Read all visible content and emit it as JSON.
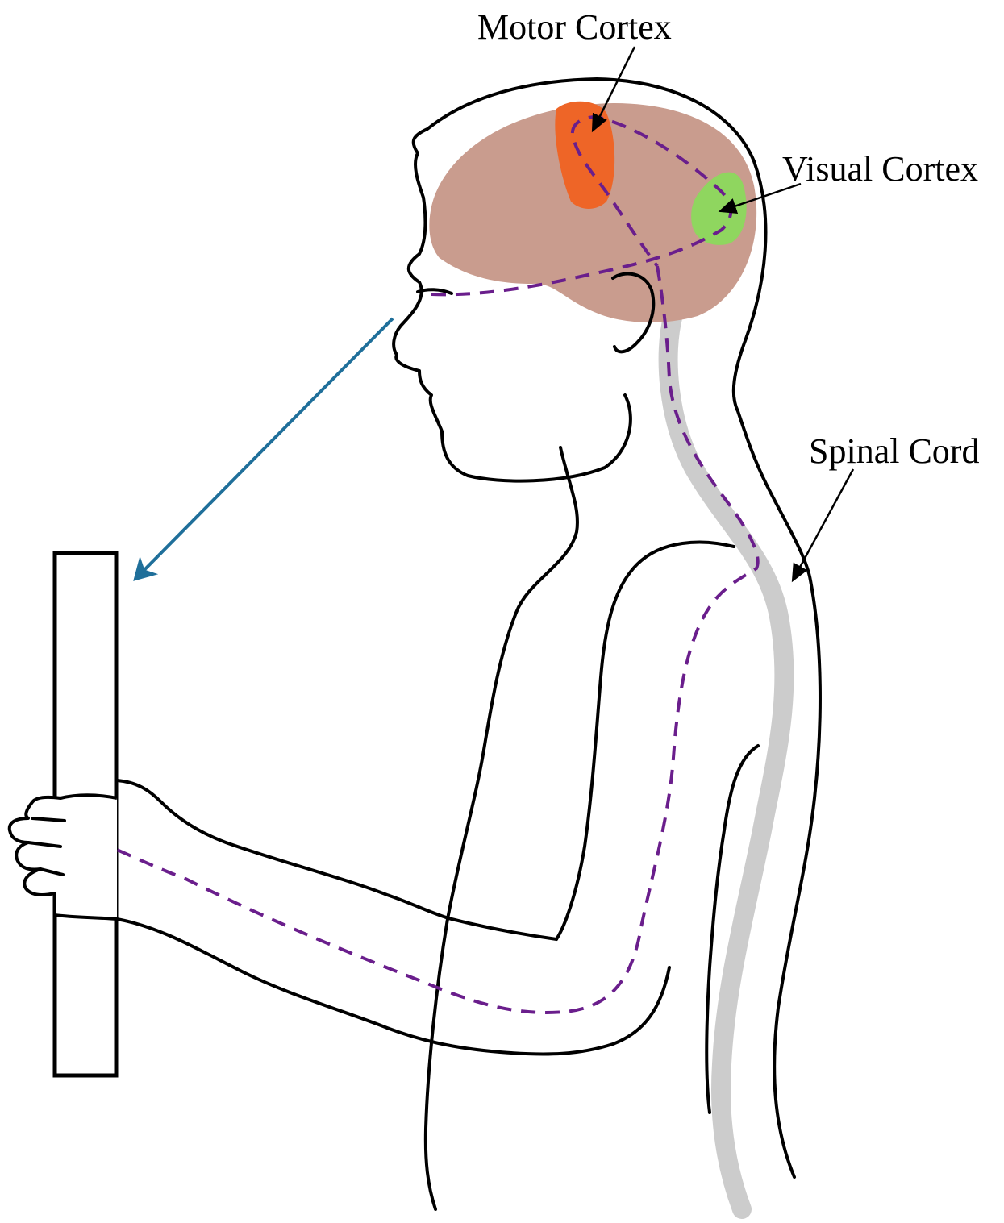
{
  "labels": {
    "motor_cortex": "Motor Cortex",
    "visual_cortex": "Visual Cortex",
    "spinal_cord": "Spinal Cord"
  },
  "colors": {
    "outline": "#000000",
    "brain": "#c99c8e",
    "motor_cortex": "#ee6527",
    "visual_cortex": "#8fd65f",
    "spinal_cord": "#cccccc",
    "nerve_path": "#6a1e8c",
    "gaze_arrow": "#1f6f9a"
  }
}
